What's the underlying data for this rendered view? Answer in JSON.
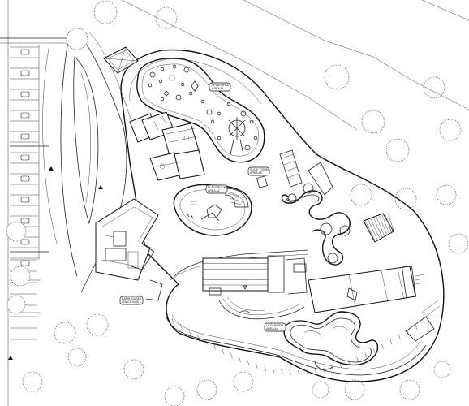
{
  "plan": {
    "labels": {
      "splash": [
        "SPLASHPAD",
        "AREA A1"
      ],
      "playground": [
        "PLAYGROUND",
        "AREA A2"
      ],
      "slide": [
        "SLIDE TOWER",
        "AREA A3"
      ],
      "bathhouse": [
        "BATHHOUSE /",
        "SNACK BAR"
      ],
      "lazyriver": [
        "LAZY RIVER",
        "AREA A4"
      ]
    },
    "colors": {
      "line": "#222222",
      "background": "#ffffff"
    }
  }
}
